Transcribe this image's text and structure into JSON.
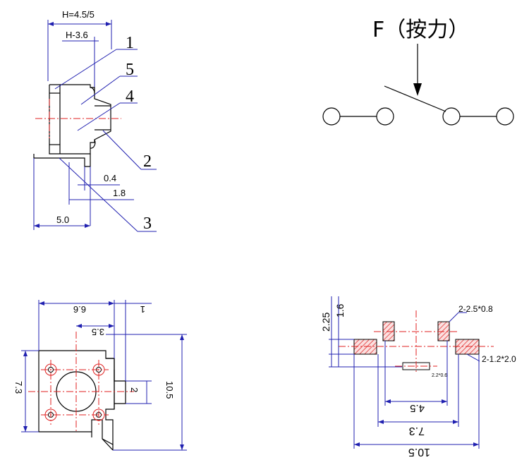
{
  "side_view": {
    "dim_h_total": "H=4.5/5",
    "dim_h_body": "H-3.6",
    "dim_pin_thk": "0.4",
    "dim_pin_out": "1.8",
    "dim_base": "5.0",
    "callouts": [
      "1",
      "5",
      "4",
      "2",
      "3"
    ]
  },
  "schematic": {
    "force_label": "F（按力）"
  },
  "top_view": {
    "dim_width": "6.6",
    "dim_offset": "1",
    "dim_half": "3.5",
    "dim_height_left": "7.3",
    "dim_height_right": "10.5",
    "dim_stem": "2"
  },
  "footprint": {
    "dim_225": "2.25",
    "dim_16": "1.6",
    "pad_small_label": "2-2.5*0.8",
    "pad_large_label": "2-1.2*2.0",
    "slot_label": "2.2*0.6",
    "dim_45": "4.5",
    "dim_73": "7.3",
    "dim_105": "10.5"
  },
  "colors": {
    "dimension": "#2020b0",
    "centerline": "#e02020",
    "outline": "#000000",
    "pad_hatch": "#e02020"
  }
}
